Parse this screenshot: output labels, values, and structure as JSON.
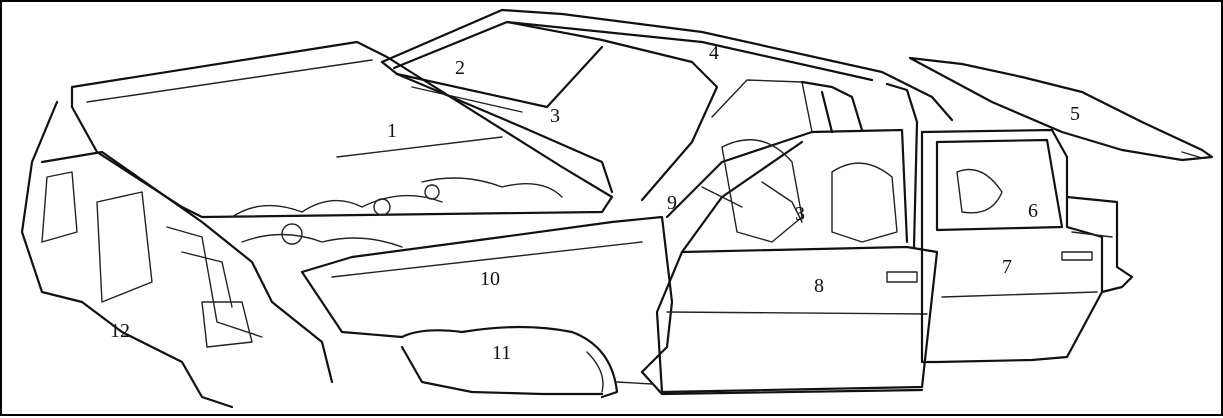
{
  "diagram": {
    "labels": [
      "1",
      "2",
      "3",
      "3",
      "4",
      "5",
      "6",
      "7",
      "8",
      "9",
      "10",
      "11",
      "12"
    ]
  }
}
